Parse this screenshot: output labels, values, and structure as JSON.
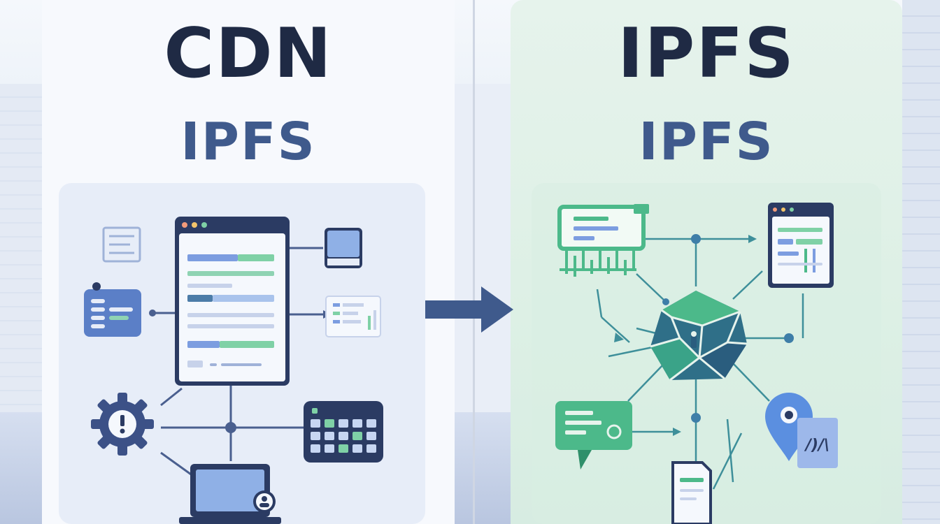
{
  "left_panel": {
    "title": "CDN",
    "subtitle": "IPFS",
    "icons": [
      "document-list-icon",
      "tablet-icon",
      "card-list-icon",
      "browser-window-icon",
      "spreadsheet-icon",
      "gear-warning-icon",
      "calendar-icon",
      "laptop-user-icon"
    ]
  },
  "right_panel": {
    "title": "IPFS",
    "subtitle": "IPFS",
    "icons": [
      "chip-list-icon",
      "browser-window-icon",
      "hexagon-node-icon",
      "chat-bubble-icon",
      "document-icon",
      "map-pin-icon",
      "link-card-icon"
    ],
    "link_card_text": "/)/\\"
  },
  "arrow": {
    "icon": "right-arrow-icon"
  },
  "colors": {
    "navy": "#1f2a44",
    "slate_blue": "#3f5a8c",
    "accent_blue": "#5b7fc7",
    "accent_green": "#4cb98a",
    "teal": "#2f8f8a"
  }
}
